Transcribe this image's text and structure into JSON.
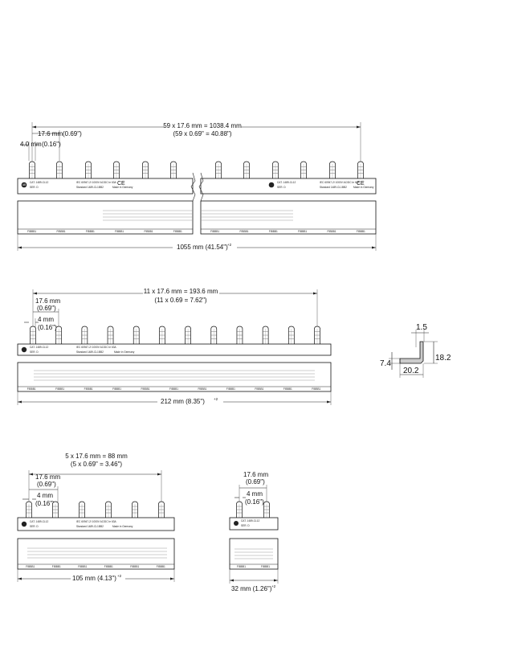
{
  "busbar_1": {
    "pitch_total": "59 x 17.6 mm = 1038.4 mm",
    "pitch_total_in": "(59 x 0.69\" = 40.88\")",
    "pitch": "17.6 mm",
    "pitch_in": "(0.69\")",
    "pin": "4.0 mm",
    "pin_in": "(0.16\")",
    "length": "1055 mm (41.54\")",
    "tol": "+2",
    "pin_count": 12
  },
  "busbar_2": {
    "pitch_total": "11 x 17.6 mm = 193.6 mm",
    "pitch_total_in": "(11 x 0.69 = 7.62\")",
    "pitch": "17.6 mm",
    "pitch_in": "(0.69\")",
    "pin": "4 mm",
    "pin_in": "(0.16\")",
    "length": "212 mm (8.35\")",
    "tol": "+2",
    "pin_count": 12
  },
  "busbar_3": {
    "pitch_total": "5 x 17.6 mm = 88 mm",
    "pitch_total_in": "(5 x 0.69\" = 3.46\")",
    "pitch": "17.6 mm",
    "pitch_in": "(0.69\")",
    "pin": "4 mm",
    "pin_in": "(0.16\")",
    "length": "105 mm (4.13\")",
    "tol": "+2",
    "pin_count": 6
  },
  "busbar_4": {
    "pitch": "17.6 mm",
    "pitch_in": "(0.69\")",
    "pin": "4 mm",
    "pin_in": "(0.16\")",
    "length": "32 mm (1.26\")",
    "tol": "+2",
    "pin_count": 2
  },
  "profile": {
    "top": "1.5",
    "height": "18.2",
    "left": "7.4",
    "bottom": "20.2"
  },
  "label": {
    "cat": "CAT. 1489-CL12",
    "ser": "SER. D",
    "iec": "IEC 60947-2/ 1000V AC/DC Ie 63A",
    "ul": "Standard 1489-CL1BB2",
    "made": "Made in Germany",
    "ce": "CE",
    "ab": "AB"
  }
}
